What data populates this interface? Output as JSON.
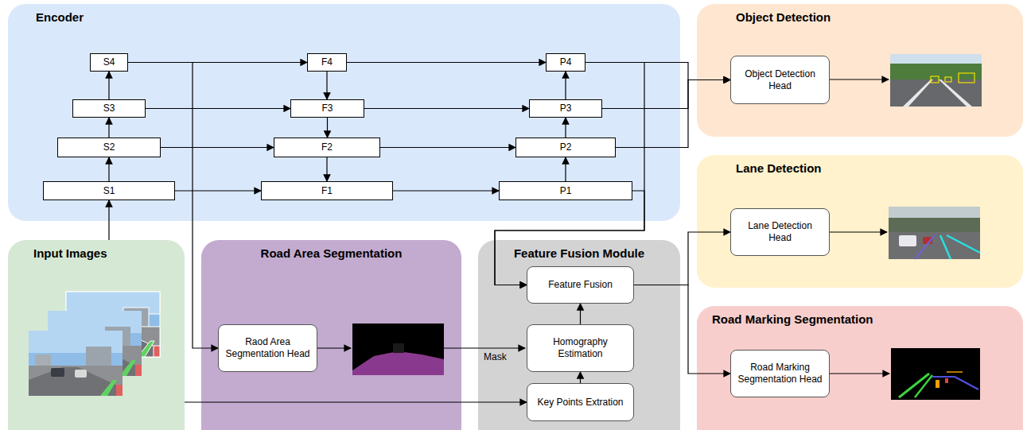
{
  "diagram": {
    "nodes": [
      {
        "text": [
          "Encoder"
        ]
      },
      {
        "text": [
          "S4"
        ],
        "in": 0
      },
      {
        "text": [
          "F4"
        ],
        "in": 0
      },
      {
        "text": [
          "P4"
        ],
        "in": 0
      },
      {
        "text": [
          "S3"
        ],
        "in": 0
      },
      {
        "text": [
          "F3"
        ],
        "in": 0
      },
      {
        "text": [
          "P3"
        ],
        "in": 0
      },
      {
        "text": [
          "S2"
        ],
        "in": 0
      },
      {
        "text": [
          "F2"
        ],
        "in": 0
      },
      {
        "text": [
          "P2"
        ],
        "in": 0
      },
      {
        "text": [
          "S1"
        ],
        "in": 0
      },
      {
        "text": [
          "F1"
        ],
        "in": 0
      },
      {
        "text": [
          "P1"
        ],
        "in": 0
      },
      {
        "text": [
          "Object Detection"
        ]
      },
      {
        "text": [
          "Object Detection Head"
        ],
        "in": 13
      },
      {
        "text": [
          "Lane Detection"
        ]
      },
      {
        "text": [
          "Lane Detection Head"
        ],
        "in": 15
      },
      {
        "text": [
          "Input Images"
        ]
      },
      {
        "text": [
          "Road Area Segmentation"
        ]
      },
      {
        "text": [
          "Raod Area Segmentation Head"
        ],
        "in": 18
      },
      {
        "text": [
          "Feature Fusion Module"
        ]
      },
      {
        "text": [
          "Feature Fusion"
        ],
        "in": 20
      },
      {
        "text": [
          "Homography Estimation"
        ],
        "in": 20
      },
      {
        "text": [
          "Key Points Extration"
        ],
        "in": 20
      },
      {
        "text": [
          "Road Marking Segmentation"
        ]
      },
      {
        "text": [
          "Road Marking Segmentation Head"
        ],
        "in": 24
      }
    ],
    "edges": [
      {
        "from": 10,
        "to": 7,
        "arrow": "to"
      },
      {
        "from": 7,
        "to": 4,
        "arrow": "to"
      },
      {
        "from": 4,
        "to": 1,
        "arrow": "to"
      },
      {
        "from": 1,
        "to": 2,
        "arrow": "to"
      },
      {
        "from": 4,
        "to": 5,
        "arrow": "to"
      },
      {
        "from": 7,
        "to": 8,
        "arrow": "to"
      },
      {
        "from": 10,
        "to": 11,
        "arrow": "to"
      },
      {
        "from": 2,
        "to": 5,
        "arrow": "to"
      },
      {
        "from": 5,
        "to": 8,
        "arrow": "to"
      },
      {
        "from": 8,
        "to": 11,
        "arrow": "to"
      },
      {
        "from": 2,
        "to": 3,
        "arrow": "to"
      },
      {
        "from": 5,
        "to": 6,
        "arrow": "to"
      },
      {
        "from": 8,
        "to": 9,
        "arrow": "to"
      },
      {
        "from": 11,
        "to": 12,
        "arrow": "to"
      },
      {
        "from": 12,
        "to": 9,
        "arrow": "to"
      },
      {
        "from": 9,
        "to": 6,
        "arrow": "to"
      },
      {
        "from": 6,
        "to": 3,
        "arrow": "to"
      },
      {
        "from": 3,
        "to": 14,
        "arrow": "to"
      },
      {
        "from": 6,
        "to": 14,
        "arrow": "to"
      },
      {
        "from": 9,
        "to": 14,
        "arrow": "to"
      },
      {
        "from": 3,
        "to": 21,
        "arrow": "to"
      },
      {
        "from": 12,
        "to": 21,
        "arrow": "to"
      },
      {
        "from": 1,
        "to": 19,
        "arrow": "to"
      },
      {
        "from": 17,
        "to": 10,
        "arrow": "to"
      },
      {
        "from": 17,
        "to": 23,
        "arrow": "to"
      },
      {
        "from": 23,
        "to": 22,
        "arrow": "to"
      },
      {
        "from": 22,
        "to": 21,
        "arrow": "to"
      },
      {
        "from": 21,
        "to": 16,
        "arrow": "to"
      },
      {
        "from": 21,
        "to": 25,
        "arrow": "to"
      }
    ],
    "labels": [
      "Mask"
    ]
  }
}
